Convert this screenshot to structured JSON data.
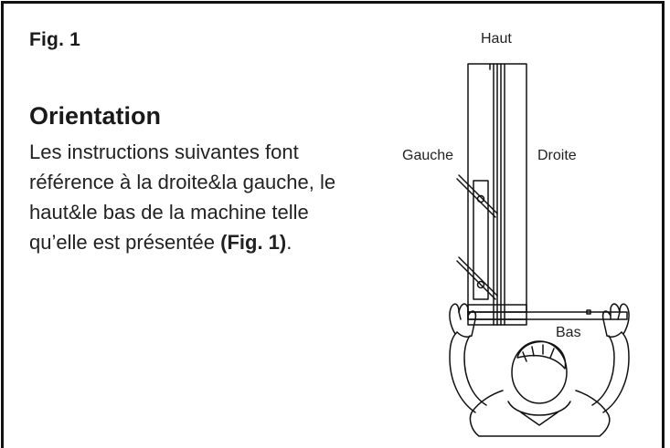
{
  "figure": {
    "label": "Fig. 1"
  },
  "section": {
    "heading": "Orientation",
    "text_main": "Les instructions suivantes font référence à la droite&la gauche, le haut&le bas de la machine telle qu’elle est présentée ",
    "text_ref": "(Fig. 1)",
    "text_end": "."
  },
  "diagram": {
    "label_top": "Haut",
    "label_left": "Gauche",
    "label_right": "Droite",
    "label_bottom": "Bas"
  }
}
